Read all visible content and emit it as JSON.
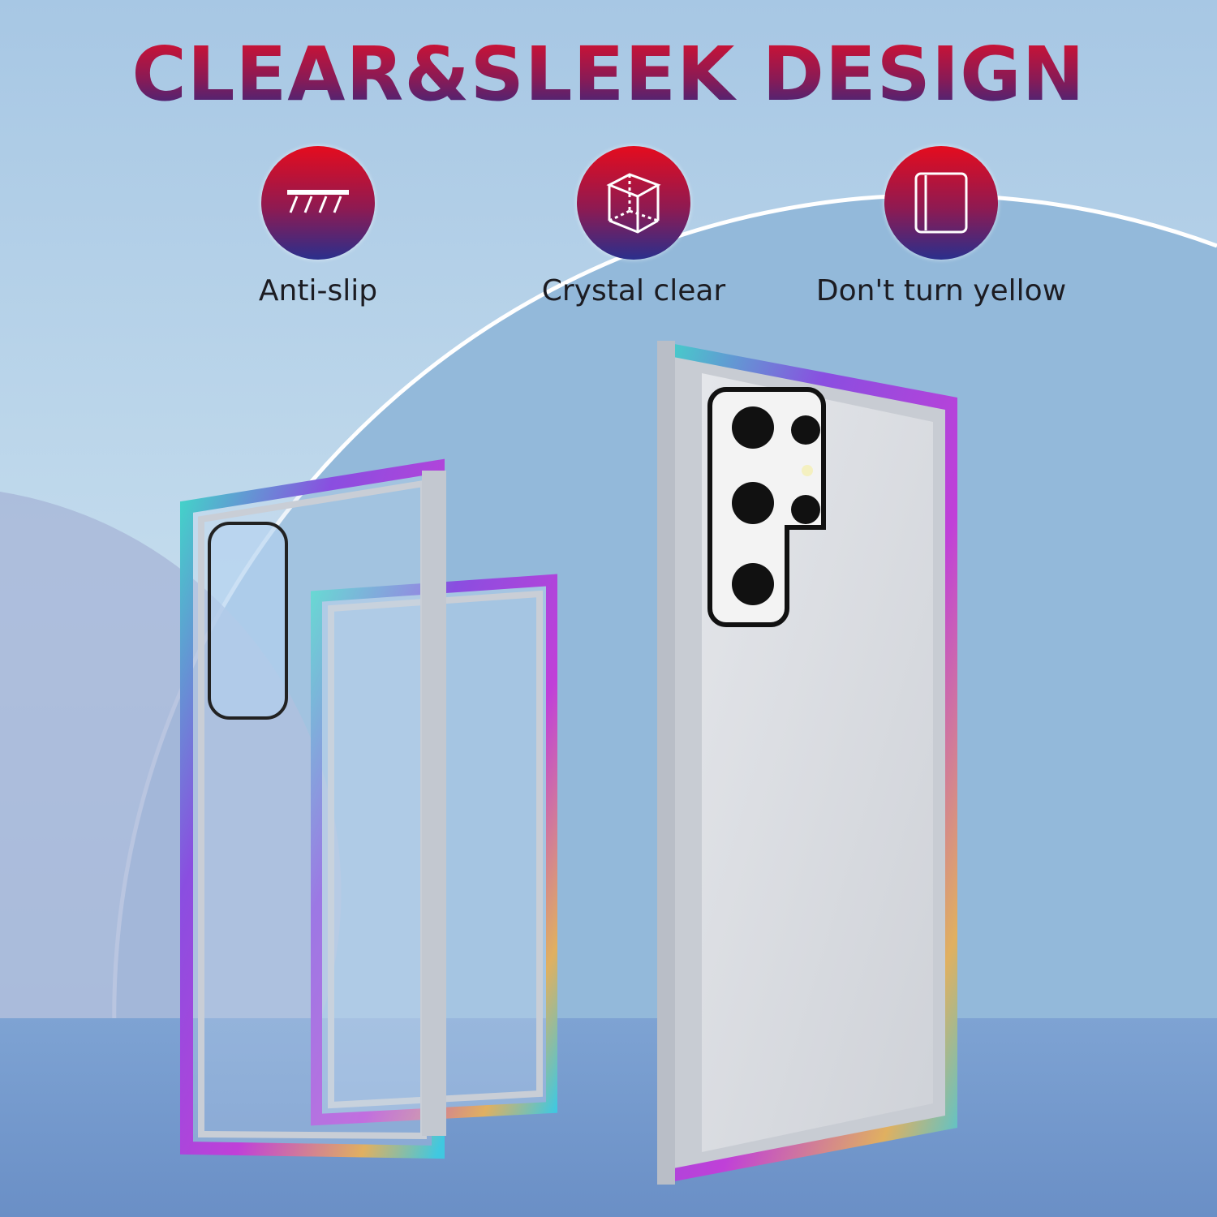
{
  "title": "CLEAR&SLEEK DESIGN",
  "features": [
    {
      "label": "Anti-slip",
      "icon": "anti-slip-icon"
    },
    {
      "label": "Crystal clear",
      "icon": "cube-icon"
    },
    {
      "label": "Don't turn yellow",
      "icon": "case-icon"
    }
  ],
  "colors": {
    "accent_top": "#e50c1e",
    "accent_bottom": "#2a2f8c",
    "background": "#a9c8e2"
  }
}
